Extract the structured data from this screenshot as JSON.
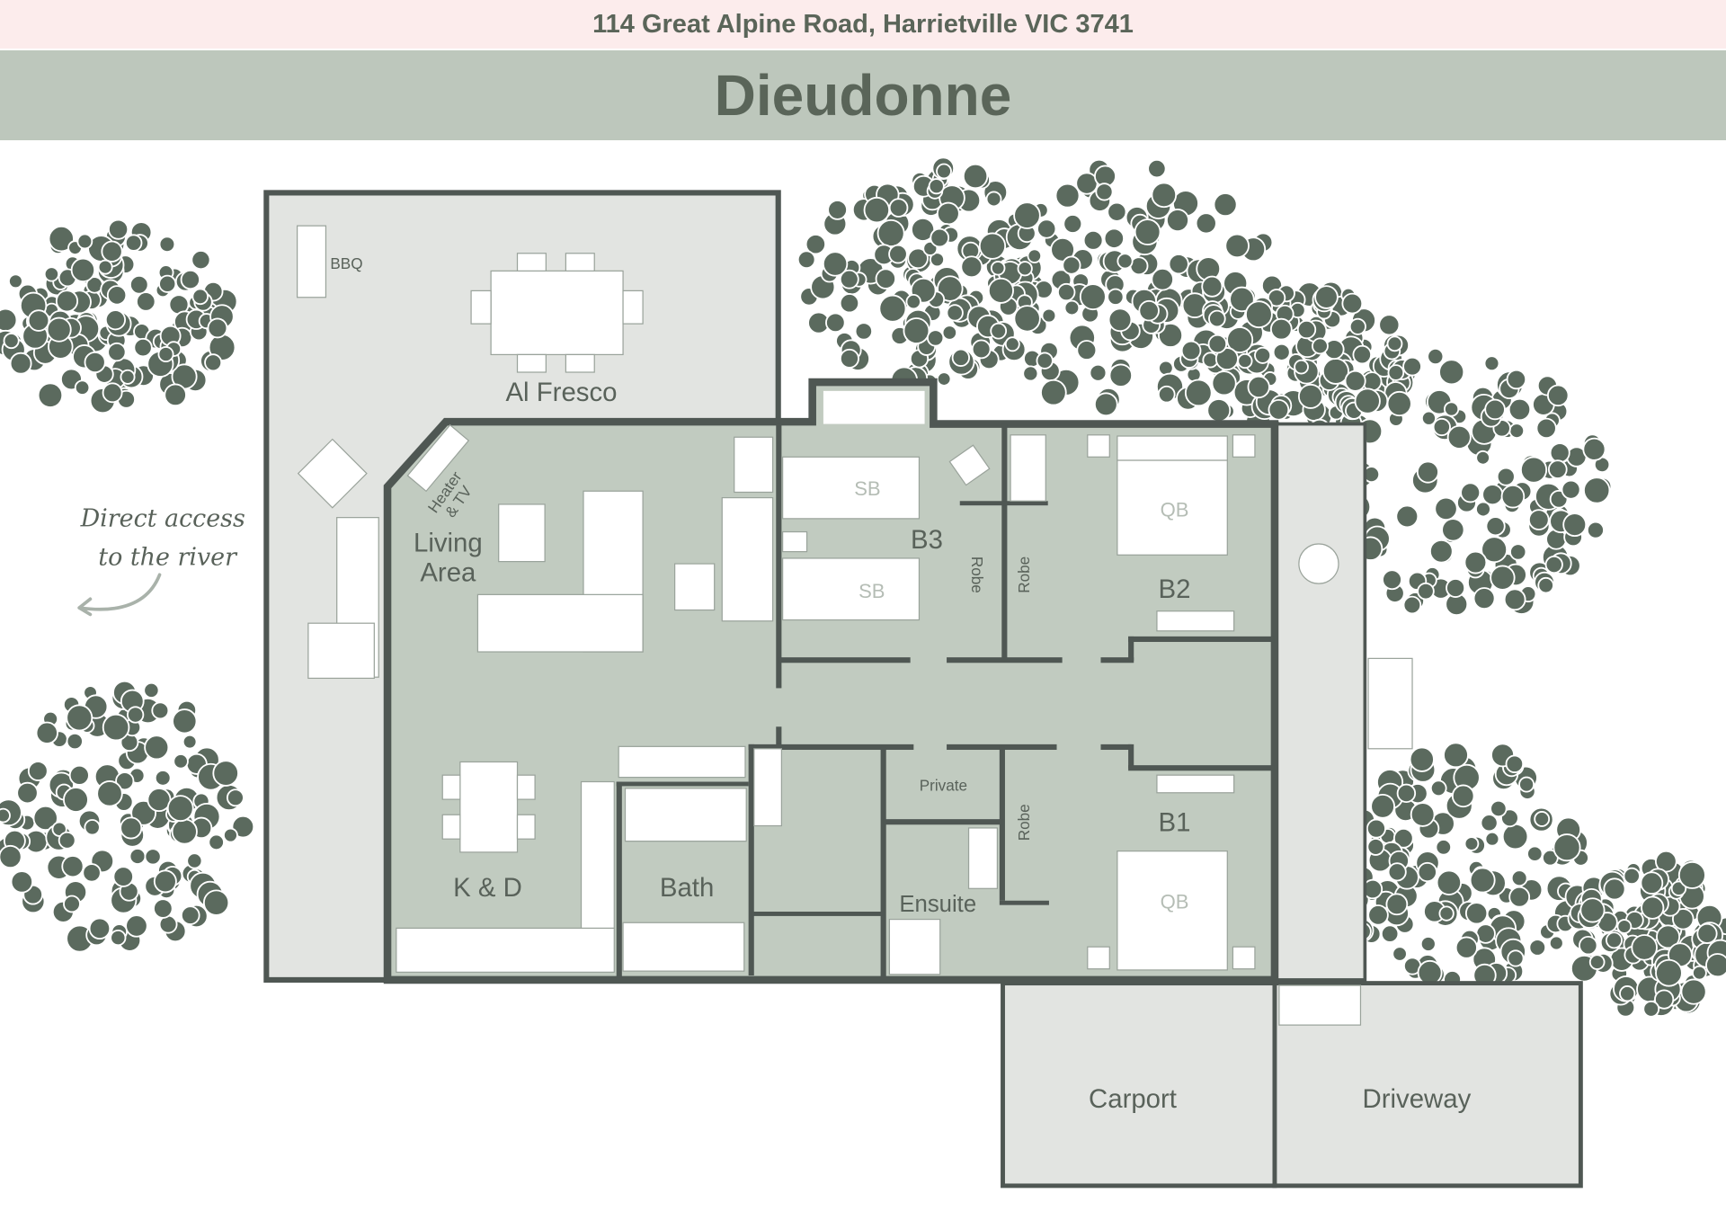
{
  "header": {
    "address": "114 Great Alpine Road, Harrietville VIC 3741",
    "title": "Dieudonne"
  },
  "colors": {
    "address_bg": "#fcecec",
    "title_bg": "#bdc7bc",
    "text": "#5a6559",
    "interior": "#c1cbc0",
    "outdoor": "#e2e4e1",
    "wall": "#4f5753",
    "foliage": "#5b6a5e"
  },
  "annotation": {
    "line1": "Direct access",
    "line2": "to the river"
  },
  "rooms": {
    "alfresco": "Al Fresco",
    "bbq": "BBQ",
    "heater_1": "Heater",
    "heater_2": "& TV",
    "living_1": "Living",
    "living_2": "Area",
    "kitchen_dining": "K & D",
    "bath": "Bath",
    "b3": "B3",
    "b3_bed1": "SB",
    "b3_bed2": "SB",
    "robe_b3": "Robe",
    "robe_b2": "Robe",
    "b2": "B2",
    "b2_bed": "QB",
    "private": "Private",
    "ensuite": "Ensuite",
    "robe_b1": "Robe",
    "b1": "B1",
    "b1_bed": "QB",
    "carport": "Carport",
    "driveway": "Driveway"
  }
}
